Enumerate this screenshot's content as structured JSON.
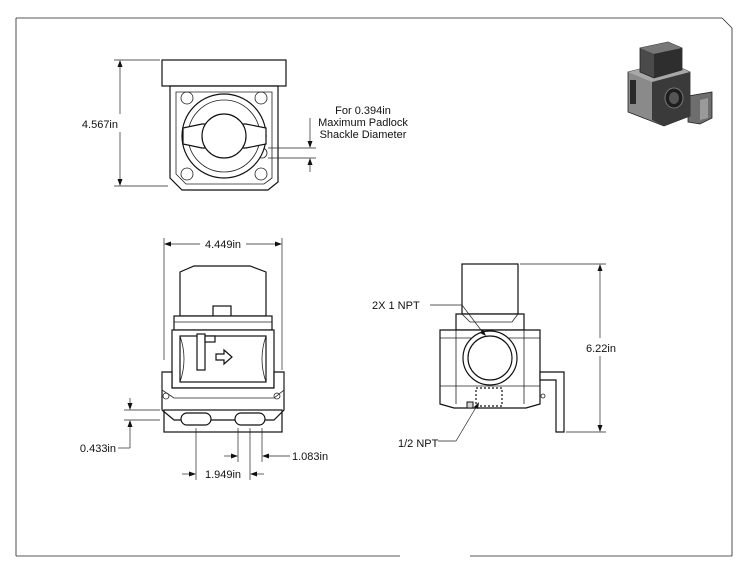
{
  "dimensions": {
    "height_front": "4.567in",
    "padlock_note_line1": "For 0.394in",
    "padlock_note_line2": "Maximum Padlock",
    "padlock_note_line3": "Shackle Diameter",
    "width_top": "4.449in",
    "slot_height": "0.433in",
    "slot_spacing": "1.949in",
    "slot_width": "1.083in",
    "ports_label": "2X 1 NPT",
    "bottom_port_label": "1/2 NPT",
    "overall_height": "6.22in"
  },
  "colors": {
    "line": "#111111",
    "shade": "#d7d7d7",
    "render_dark": "#3a3a3a",
    "render_mid": "#8a8a8a"
  },
  "icons": {
    "flow_arrow": "flow-arrow-icon",
    "iso_render": "valve-render-icon"
  }
}
